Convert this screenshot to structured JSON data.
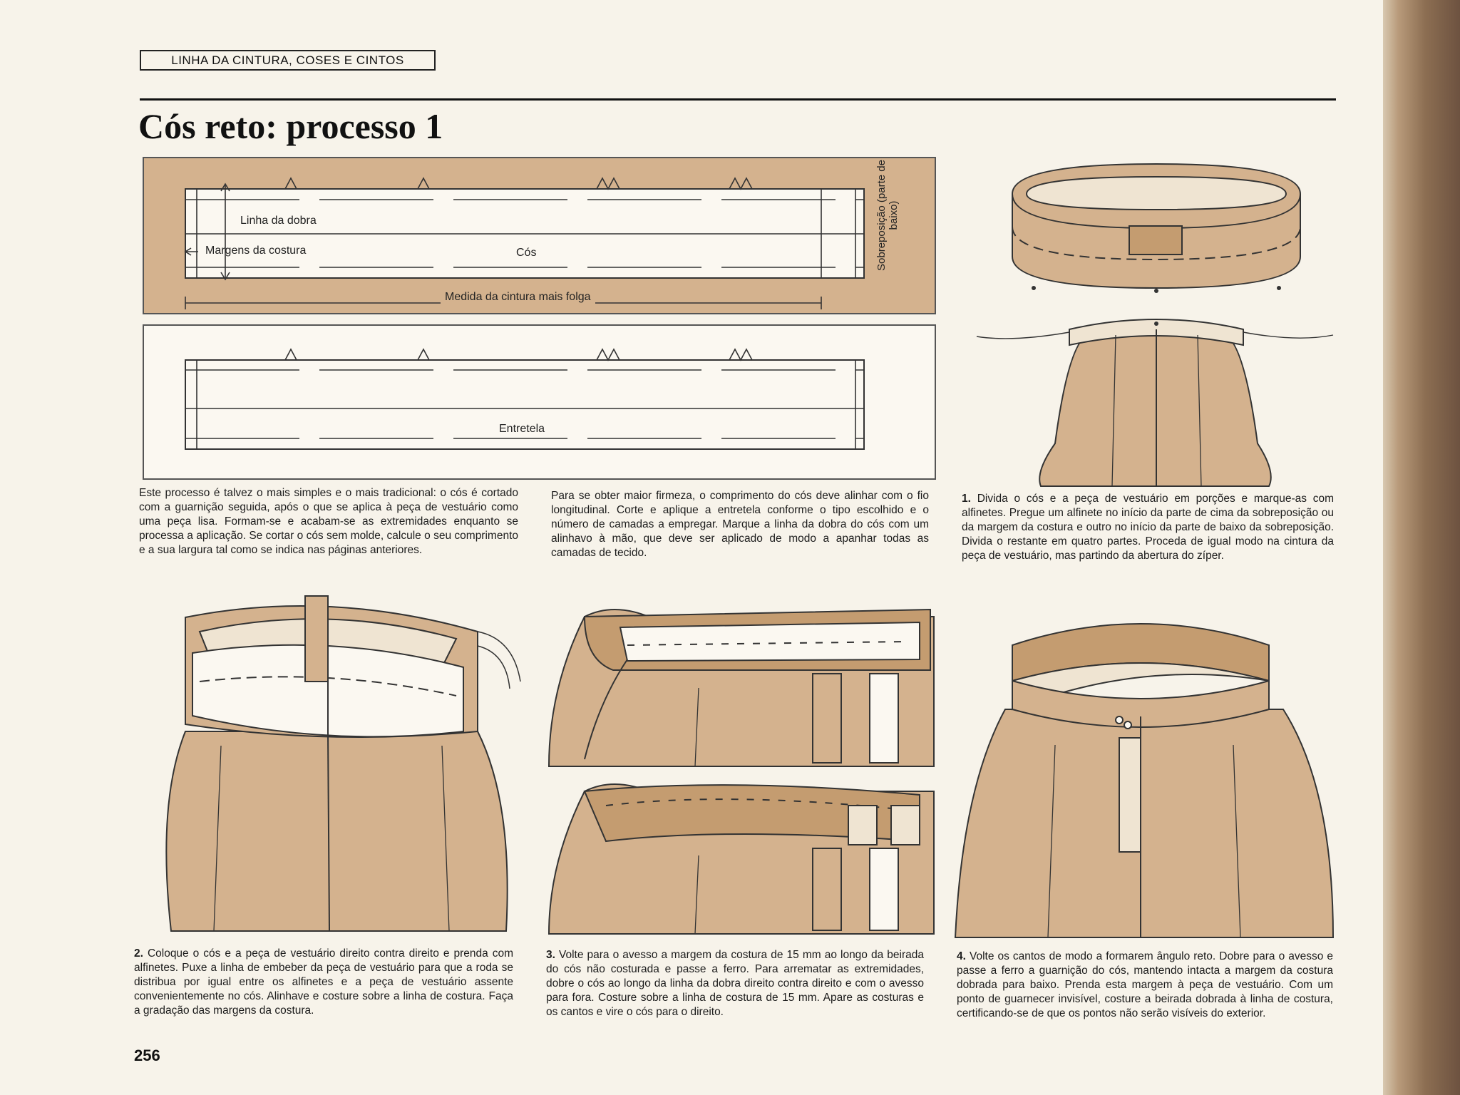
{
  "header": {
    "section_label": "LINHA DA CINTURA, COSES E CINTOS",
    "title": "Cós reto: processo 1",
    "page_number": "256"
  },
  "diagram_top": {
    "label_fold": "Linha da dobra",
    "label_seam": "Margens da costura",
    "label_band": "Cós",
    "label_overlap": "Sobreposição (parte de baixo)",
    "label_measure": "Medida da cintura mais folga"
  },
  "diagram_interfacing": {
    "label": "Entretela"
  },
  "paragraphs": {
    "intro": "Este processo é talvez o mais simples e o mais tradicional: o cós é cortado com a guarnição seguida, após o que se aplica à peça de vestuário como uma peça lisa. Formam-se e acabam-se as extremidades enquanto se processa a aplicação. Se cortar o cós sem molde, calcule o seu comprimento e a sua largura tal como se indica nas páginas anteriores.",
    "firmness": "Para se obter maior firmeza, o comprimento do cós deve alinhar com o fio longitudinal. Corte e aplique a entretela conforme o tipo escolhido e o número de camadas a empregar. Marque a linha da dobra do cós com um alinhavo à mão, que deve ser aplicado de modo a apanhar todas as camadas de tecido."
  },
  "steps": [
    {
      "number": "1.",
      "text": "Divida o cós e a peça de vestuário em porções e marque-as com alfinetes. Pregue um alfinete no início da parte de cima da sobreposição ou da margem da costura e outro no início da parte de baixo da sobreposição. Divida o restante em quatro partes. Proceda de igual modo na cintura da peça de vestuário, mas partindo da abertura do zíper."
    },
    {
      "number": "2.",
      "text": "Coloque o cós e a peça de vestuário direito contra direito e prenda com alfinetes. Puxe a linha de embeber da peça de vestuário para que a roda se distribua por igual entre os alfinetes e a peça de vestuário assente convenientemente no cós. Alinhave e costure sobre a linha de costura. Faça a gradação das margens da costura."
    },
    {
      "number": "3.",
      "text": "Volte para o avesso a margem da costura de 15 mm ao longo da beirada do cós não costurada e passe a ferro. Para arrematar as extremidades, dobre o cós ao longo da linha da dobra direito contra direito e com o avesso para fora. Costure sobre a linha de costura de 15 mm. Apare as costuras e os cantos e vire o cós para o direito."
    },
    {
      "number": "4.",
      "text": "Volte os cantos de modo a formarem ângulo reto. Dobre para o avesso e passe a ferro a guarnição do cós, mantendo intacta a margem da costura dobrada para baixo. Prenda esta margem à peça de vestuário. Com um ponto de guarnecer invisível, costure a beirada dobrada à linha de costura, certificando-se de que os pontos não serão visíveis do exterior."
    }
  ],
  "colors": {
    "fabric": "#d4b28e",
    "fabric_dark": "#c49c70",
    "interfacing": "#fbf8f1",
    "ink": "#1c1c1c",
    "paper": "#f7f3ea"
  }
}
